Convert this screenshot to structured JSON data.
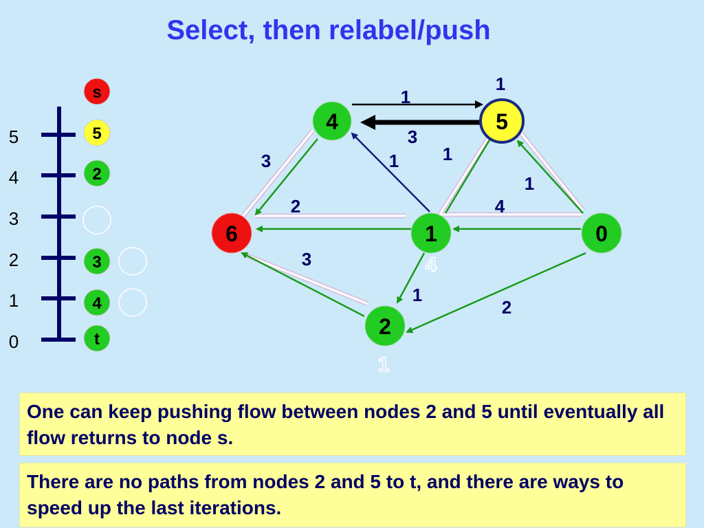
{
  "title": "Select, then relabel/push",
  "scale": {
    "levels": [
      "5",
      "4",
      "3",
      "2",
      "1",
      "0"
    ],
    "top_marker": "s",
    "markers": [
      {
        "label": "5",
        "color": "#ffff33"
      },
      {
        "label": "2",
        "color": "#22cc22"
      },
      {
        "label": "",
        "color": "none"
      },
      {
        "label": "3",
        "color": "#22cc22"
      },
      {
        "label": "4",
        "color": "#22cc22"
      },
      {
        "label": "t",
        "color": "#22cc22"
      }
    ]
  },
  "nodes": {
    "n4": "4",
    "n5": "5",
    "n6": "6",
    "n1": "1",
    "n0": "0",
    "n2": "2"
  },
  "node_colors": {
    "source": "#ee1111",
    "active": "#ffff33",
    "normal": "#22cc22"
  },
  "edge_labels": {
    "e4to5_cap": "1",
    "e5to4_flow": "3",
    "top_1": "1",
    "left_3": "3",
    "mid_1": "1",
    "right_1": "1",
    "right_1b": "1",
    "e6to1": "2",
    "e1to0": "4",
    "e6to2": "3",
    "e1to2": "1",
    "e0to2": "2"
  },
  "ghost_labels": {
    "under1": "4",
    "under2": "1"
  },
  "text_boxes": [
    "One can keep pushing flow between nodes 2 and 5 until eventually all flow returns to node s.",
    "There are no paths from nodes 2 and 5 to t, and there are ways to speed up the last iterations."
  ]
}
